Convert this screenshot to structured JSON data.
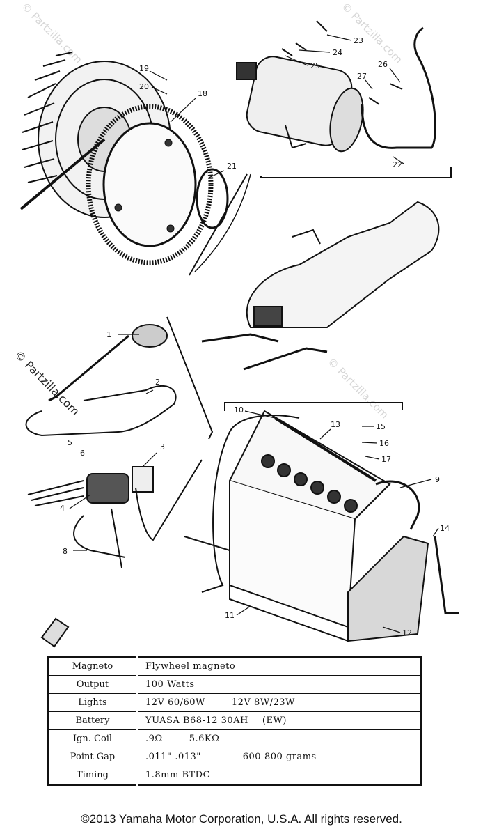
{
  "watermark": "© Partzilla.com",
  "callouts": [
    "1",
    "2",
    "3",
    "4",
    "5",
    "6",
    "8",
    "9",
    "10",
    "11",
    "12",
    "13",
    "14",
    "15",
    "16",
    "17",
    "18",
    "19",
    "20",
    "21",
    "22",
    "23",
    "24",
    "25",
    "26",
    "27"
  ],
  "specs": [
    {
      "label": "Magneto",
      "v1": "Flywheel magneto",
      "v2": ""
    },
    {
      "label": "Output",
      "v1": "100 Watts",
      "v2": ""
    },
    {
      "label": "Lights",
      "v1": "12V 60/60W",
      "v2": "12V 8W/23W"
    },
    {
      "label": "Battery",
      "v1": "YUASA B68-12 30AH",
      "v2": "(EW)"
    },
    {
      "label": "Ign. Coil",
      "v1": ".9Ω",
      "v2": "5.6KΩ"
    },
    {
      "label": "Point Gap",
      "v1": ".011\"-.013\"",
      "v2": "600-800 grams"
    },
    {
      "label": "Timing",
      "v1": "1.8mm BTDC",
      "v2": ""
    }
  ],
  "footer": {
    "copyright": "©2013 Yamaha Motor Corporation, U.S.A. All rights reserved."
  }
}
